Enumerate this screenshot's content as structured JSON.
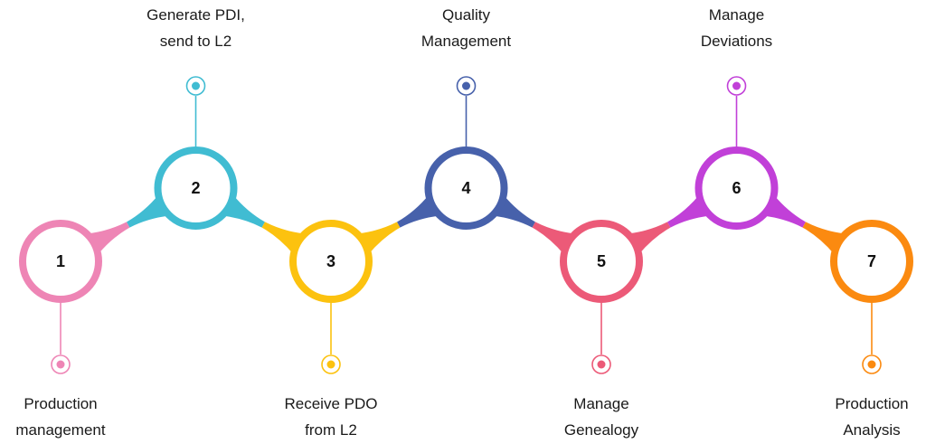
{
  "steps": [
    {
      "number": "1",
      "color": "#ee85b5",
      "label_lines": [
        "Production",
        "management"
      ],
      "label_position": "below"
    },
    {
      "number": "2",
      "color": "#40bcd2",
      "label_lines": [
        "Generate PDI,",
        "send to L2"
      ],
      "label_position": "above"
    },
    {
      "number": "3",
      "color": "#fcc20f",
      "label_lines": [
        "Receive PDO",
        "from L2"
      ],
      "label_position": "below"
    },
    {
      "number": "4",
      "color": "#4761ab",
      "label_lines": [
        "Quality",
        "Management"
      ],
      "label_position": "above"
    },
    {
      "number": "5",
      "color": "#ec5a78",
      "label_lines": [
        "Manage",
        "Genealogy"
      ],
      "label_position": "below"
    },
    {
      "number": "6",
      "color": "#c140d8",
      "label_lines": [
        "Manage",
        "Deviations"
      ],
      "label_position": "above"
    },
    {
      "number": "7",
      "color": "#fb8a10",
      "label_lines": [
        "Production",
        "Analysis"
      ],
      "label_position": "below"
    }
  ]
}
